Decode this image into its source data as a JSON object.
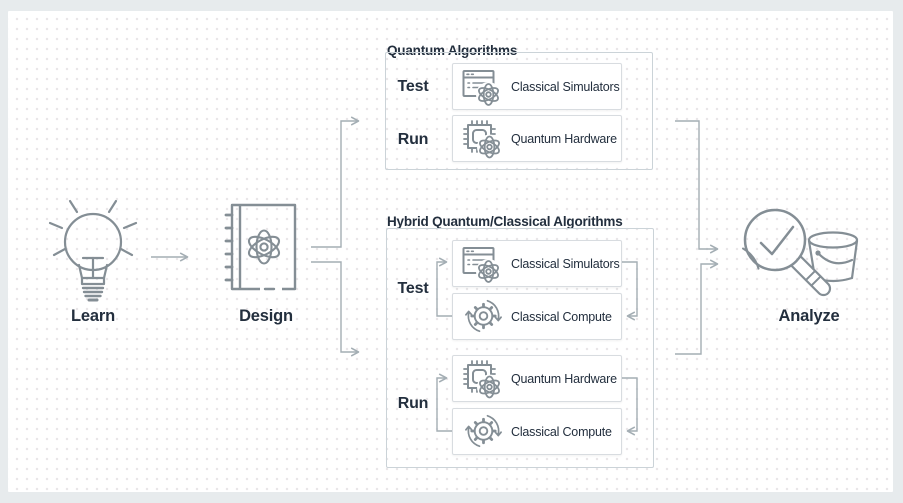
{
  "stages": {
    "learn": "Learn",
    "design": "Design",
    "analyze": "Analyze"
  },
  "quantum_section": {
    "title": "Quantum Algorithms",
    "test_label": "Test",
    "run_label": "Run",
    "test_box": "Classical Simulators",
    "run_box": "Quantum Hardware"
  },
  "hybrid_section": {
    "title": "Hybrid Quantum/Classical Algorithms",
    "test_label": "Test",
    "run_label": "Run",
    "test_boxes": [
      "Classical Simulators",
      "Classical Compute"
    ],
    "run_boxes": [
      "Quantum Hardware",
      "Classical Compute"
    ]
  },
  "icons": {
    "learn": "lightbulb-icon",
    "design": "notebook-atom-icon",
    "classical_simulators": "browser-atom-icon",
    "quantum_hardware": "chip-atom-icon",
    "classical_compute": "gear-cycle-icon",
    "analyze": "magnifier-bucket-icon"
  },
  "colors": {
    "text_dark": "#232f3e",
    "icon_stroke": "#848e95",
    "connector": "#a4aeb4",
    "section_border": "#cbd3d8",
    "node_border": "#d8dce0",
    "frame_bg": "#e7ebed",
    "dot": "#e9e6e8"
  }
}
